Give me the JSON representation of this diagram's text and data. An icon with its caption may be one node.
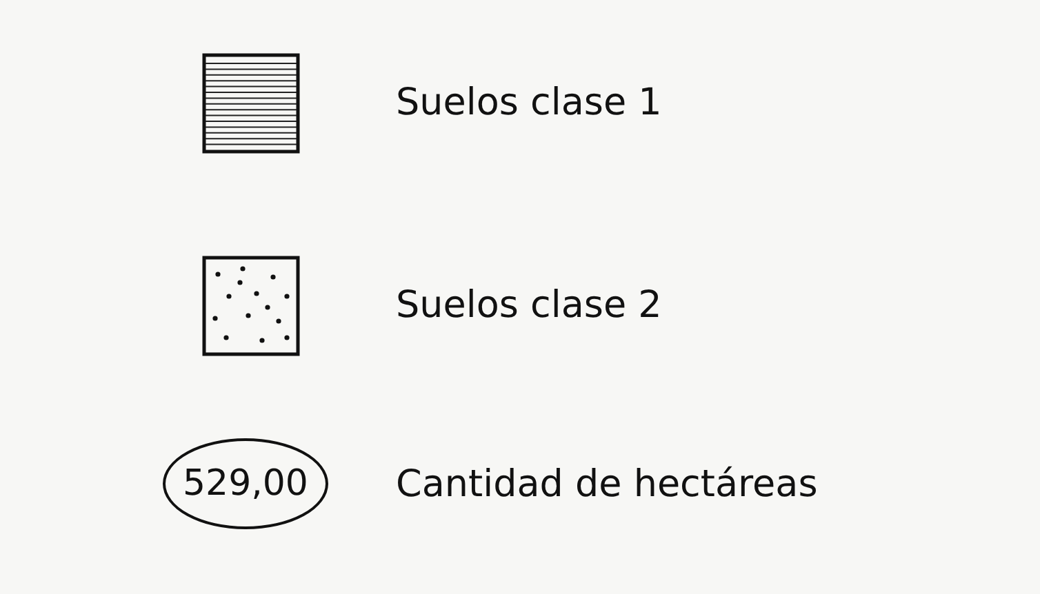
{
  "diagram": {
    "nodes": [
      {
        "text": [
          "529,00"
        ]
      }
    ],
    "legend": [
      {
        "text": "Suelos clase 1"
      },
      {
        "text": "Suelos clase 2"
      },
      {
        "text": "Cantidad de hectáreas"
      }
    ]
  }
}
